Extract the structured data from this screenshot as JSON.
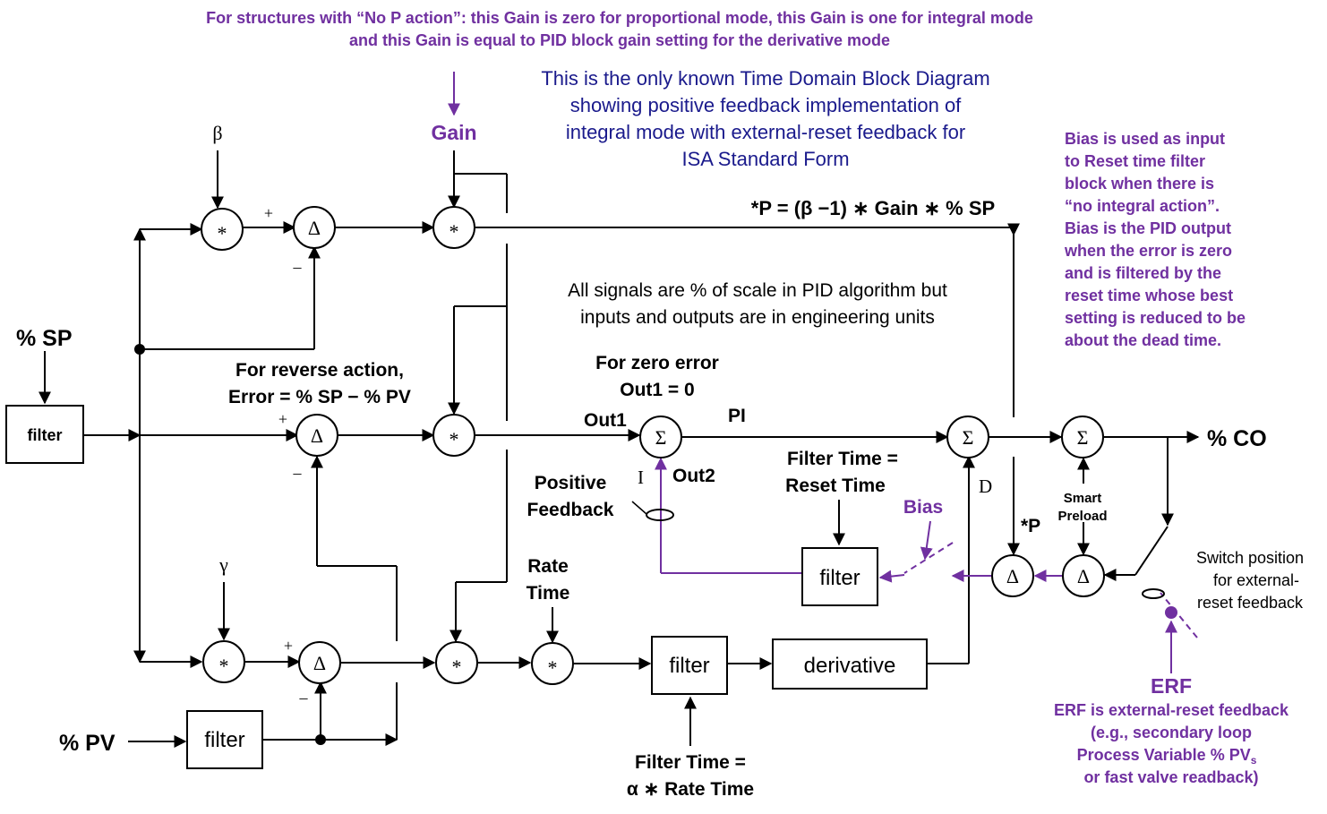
{
  "colors": {
    "accent": "#7030a0",
    "note_blue": "#1a1a8c",
    "line": "#000000"
  },
  "top_note": {
    "line1": "For structures with “No P action”: this Gain is zero for proportional mode,  this Gain is one for integral mode",
    "line2": "and this Gain is equal to PID block gain setting for the derivative mode"
  },
  "center_note": [
    "This is the only known Time Domain Block Diagram",
    "showing positive feedback implementation of",
    "integral mode with external-reset feedback for",
    "ISA Standard Form"
  ],
  "bias_note": [
    "Bias is used as input",
    "to Reset time filter",
    "block when there is",
    "“no integral action”.",
    "Bias is the PID output",
    "when the error is zero",
    "and is filtered by the",
    "reset time whose best",
    "setting is reduced to be",
    "about the dead time."
  ],
  "signals_note": [
    "All signals are % of scale in PID algorithm but",
    "inputs and outputs are in engineering units"
  ],
  "labels": {
    "sp": "% SP",
    "pv": "% PV",
    "co": "% CO",
    "beta": "β",
    "gamma": "γ",
    "gain": "Gain",
    "p_equation": "*P = (β −1) ∗ Gain ∗ % SP",
    "reverse_action_1": "For reverse action,",
    "reverse_action_2": "Error = %  SP − %  PV",
    "zero_error_1": "For zero error",
    "zero_error_2": "Out1 = 0",
    "out1": "Out1",
    "out2": "Out2",
    "pi": "PI",
    "i": "I",
    "d": "D",
    "star_p": "*P",
    "positive_feedback_1": "Positive",
    "positive_feedback_2": "Feedback",
    "filter_time_reset_1": "Filter Time =",
    "filter_time_reset_2": "Reset Time",
    "bias": "Bias",
    "smart_preload_1": "Smart",
    "smart_preload_2": "Preload",
    "rate_time_1": "Rate",
    "rate_time_2": "Time",
    "filter_time_rate_1": "Filter Time =",
    "filter_time_rate_2": "α ∗ Rate Time",
    "switch_1": "Switch position",
    "switch_2": "for external-",
    "switch_3": "reset feedback",
    "erf": "ERF",
    "erf_desc_1": "ERF is external-reset feedback",
    "erf_desc_2": "(e.g., secondary loop",
    "erf_desc_3": "Process Variable % PV",
    "erf_desc_3_sub": "s",
    "erf_desc_4": "or fast valve readback)",
    "plus": "+",
    "minus": "–"
  },
  "blocks": {
    "filter": "filter",
    "derivative": "derivative"
  },
  "symbols": {
    "multiply": "*",
    "delta": "Δ",
    "sigma": "Σ"
  }
}
